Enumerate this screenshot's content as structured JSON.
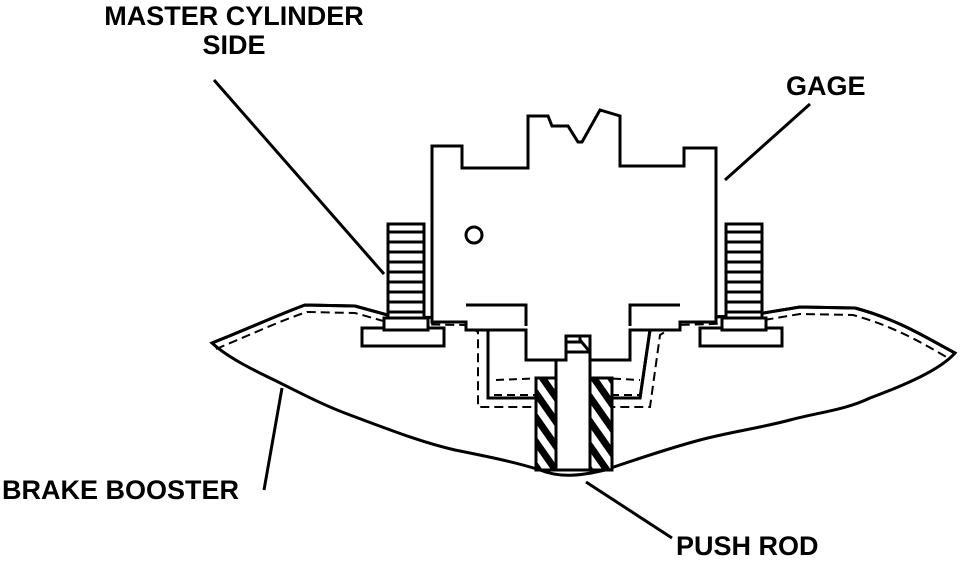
{
  "labels": {
    "master_cylinder_line1": "MASTER CYLINDER",
    "master_cylinder_line2": "SIDE",
    "gage": "GAGE",
    "brake_booster": "BRAKE BOOSTER",
    "push_rod": "PUSH ROD"
  },
  "colors": {
    "ink": "#000000",
    "paper": "#ffffff"
  }
}
